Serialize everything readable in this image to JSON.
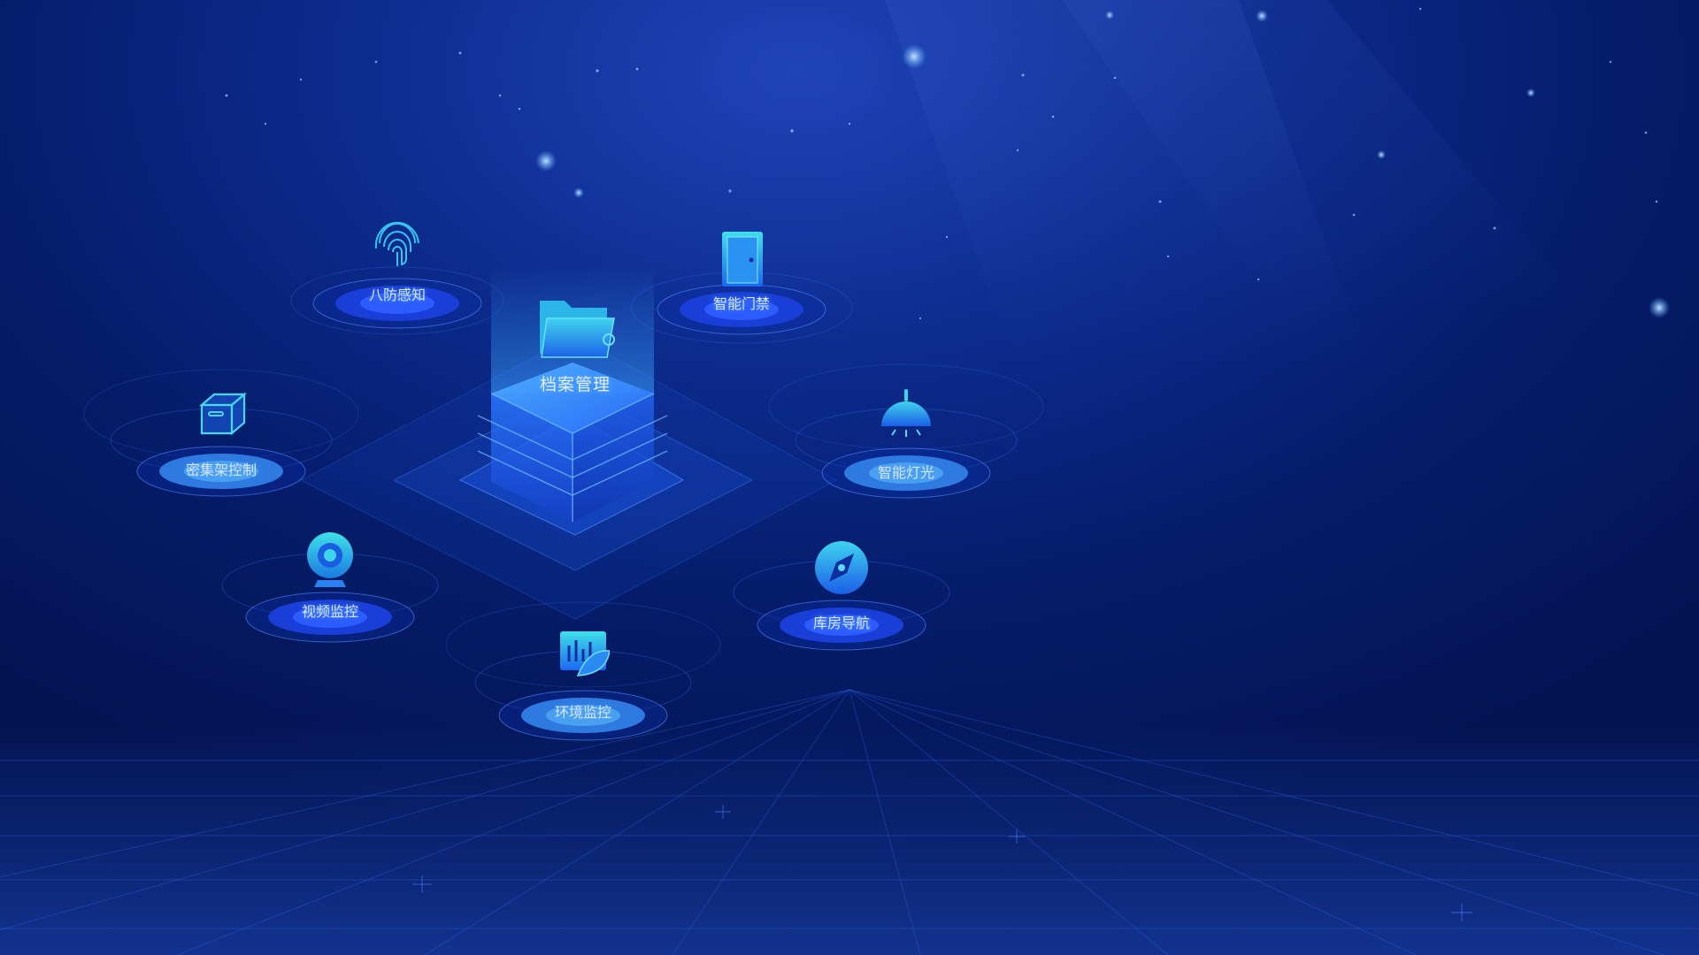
{
  "colors": {
    "accent": "#2fd0e8",
    "primary": "#1b5ef0",
    "bg_dark": "#041452",
    "glow": "#3a8bff"
  },
  "center": {
    "label": "档案管理",
    "icon": "folder-icon"
  },
  "modules": [
    {
      "id": "bafang",
      "label": "八防感知",
      "icon": "fingerprint-icon"
    },
    {
      "id": "menjin",
      "label": "智能门禁",
      "icon": "door-icon"
    },
    {
      "id": "mijijia",
      "label": "密集架控制",
      "icon": "box-icon"
    },
    {
      "id": "dengguang",
      "label": "智能灯光",
      "icon": "lamp-icon"
    },
    {
      "id": "shipin",
      "label": "视频监控",
      "icon": "camera-icon"
    },
    {
      "id": "daohang",
      "label": "库房导航",
      "icon": "compass-icon"
    },
    {
      "id": "huanjing",
      "label": "环境监控",
      "icon": "environment-icon"
    }
  ]
}
